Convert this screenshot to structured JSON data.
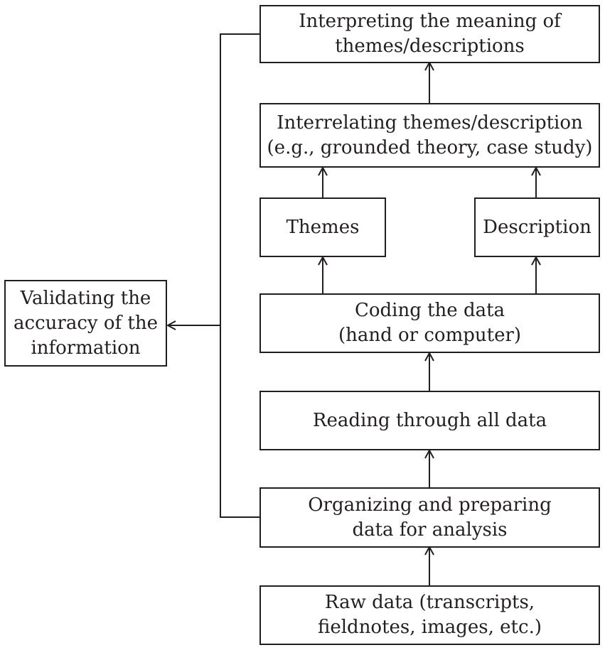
{
  "diagram": {
    "nodes": {
      "interpreting": {
        "lines": [
          "Interpreting the meaning of",
          "themes/descriptions"
        ]
      },
      "interrelating": {
        "lines": [
          "Interrelating themes/description",
          "(e.g., grounded theory, case study)"
        ]
      },
      "themes": {
        "lines": [
          "Themes"
        ]
      },
      "description": {
        "lines": [
          "Description"
        ]
      },
      "coding": {
        "lines": [
          "Coding the data",
          "(hand or computer)"
        ]
      },
      "reading": {
        "lines": [
          "Reading through all data"
        ]
      },
      "organizing": {
        "lines": [
          "Organizing and preparing",
          "data for analysis"
        ]
      },
      "raw": {
        "lines": [
          "Raw data (transcripts,",
          "fieldnotes, images, etc.)"
        ]
      },
      "validating": {
        "lines": [
          "Validating the",
          "accuracy of the",
          "information"
        ]
      }
    },
    "colors": {
      "stroke": "#231f20",
      "background": "#ffffff"
    }
  }
}
